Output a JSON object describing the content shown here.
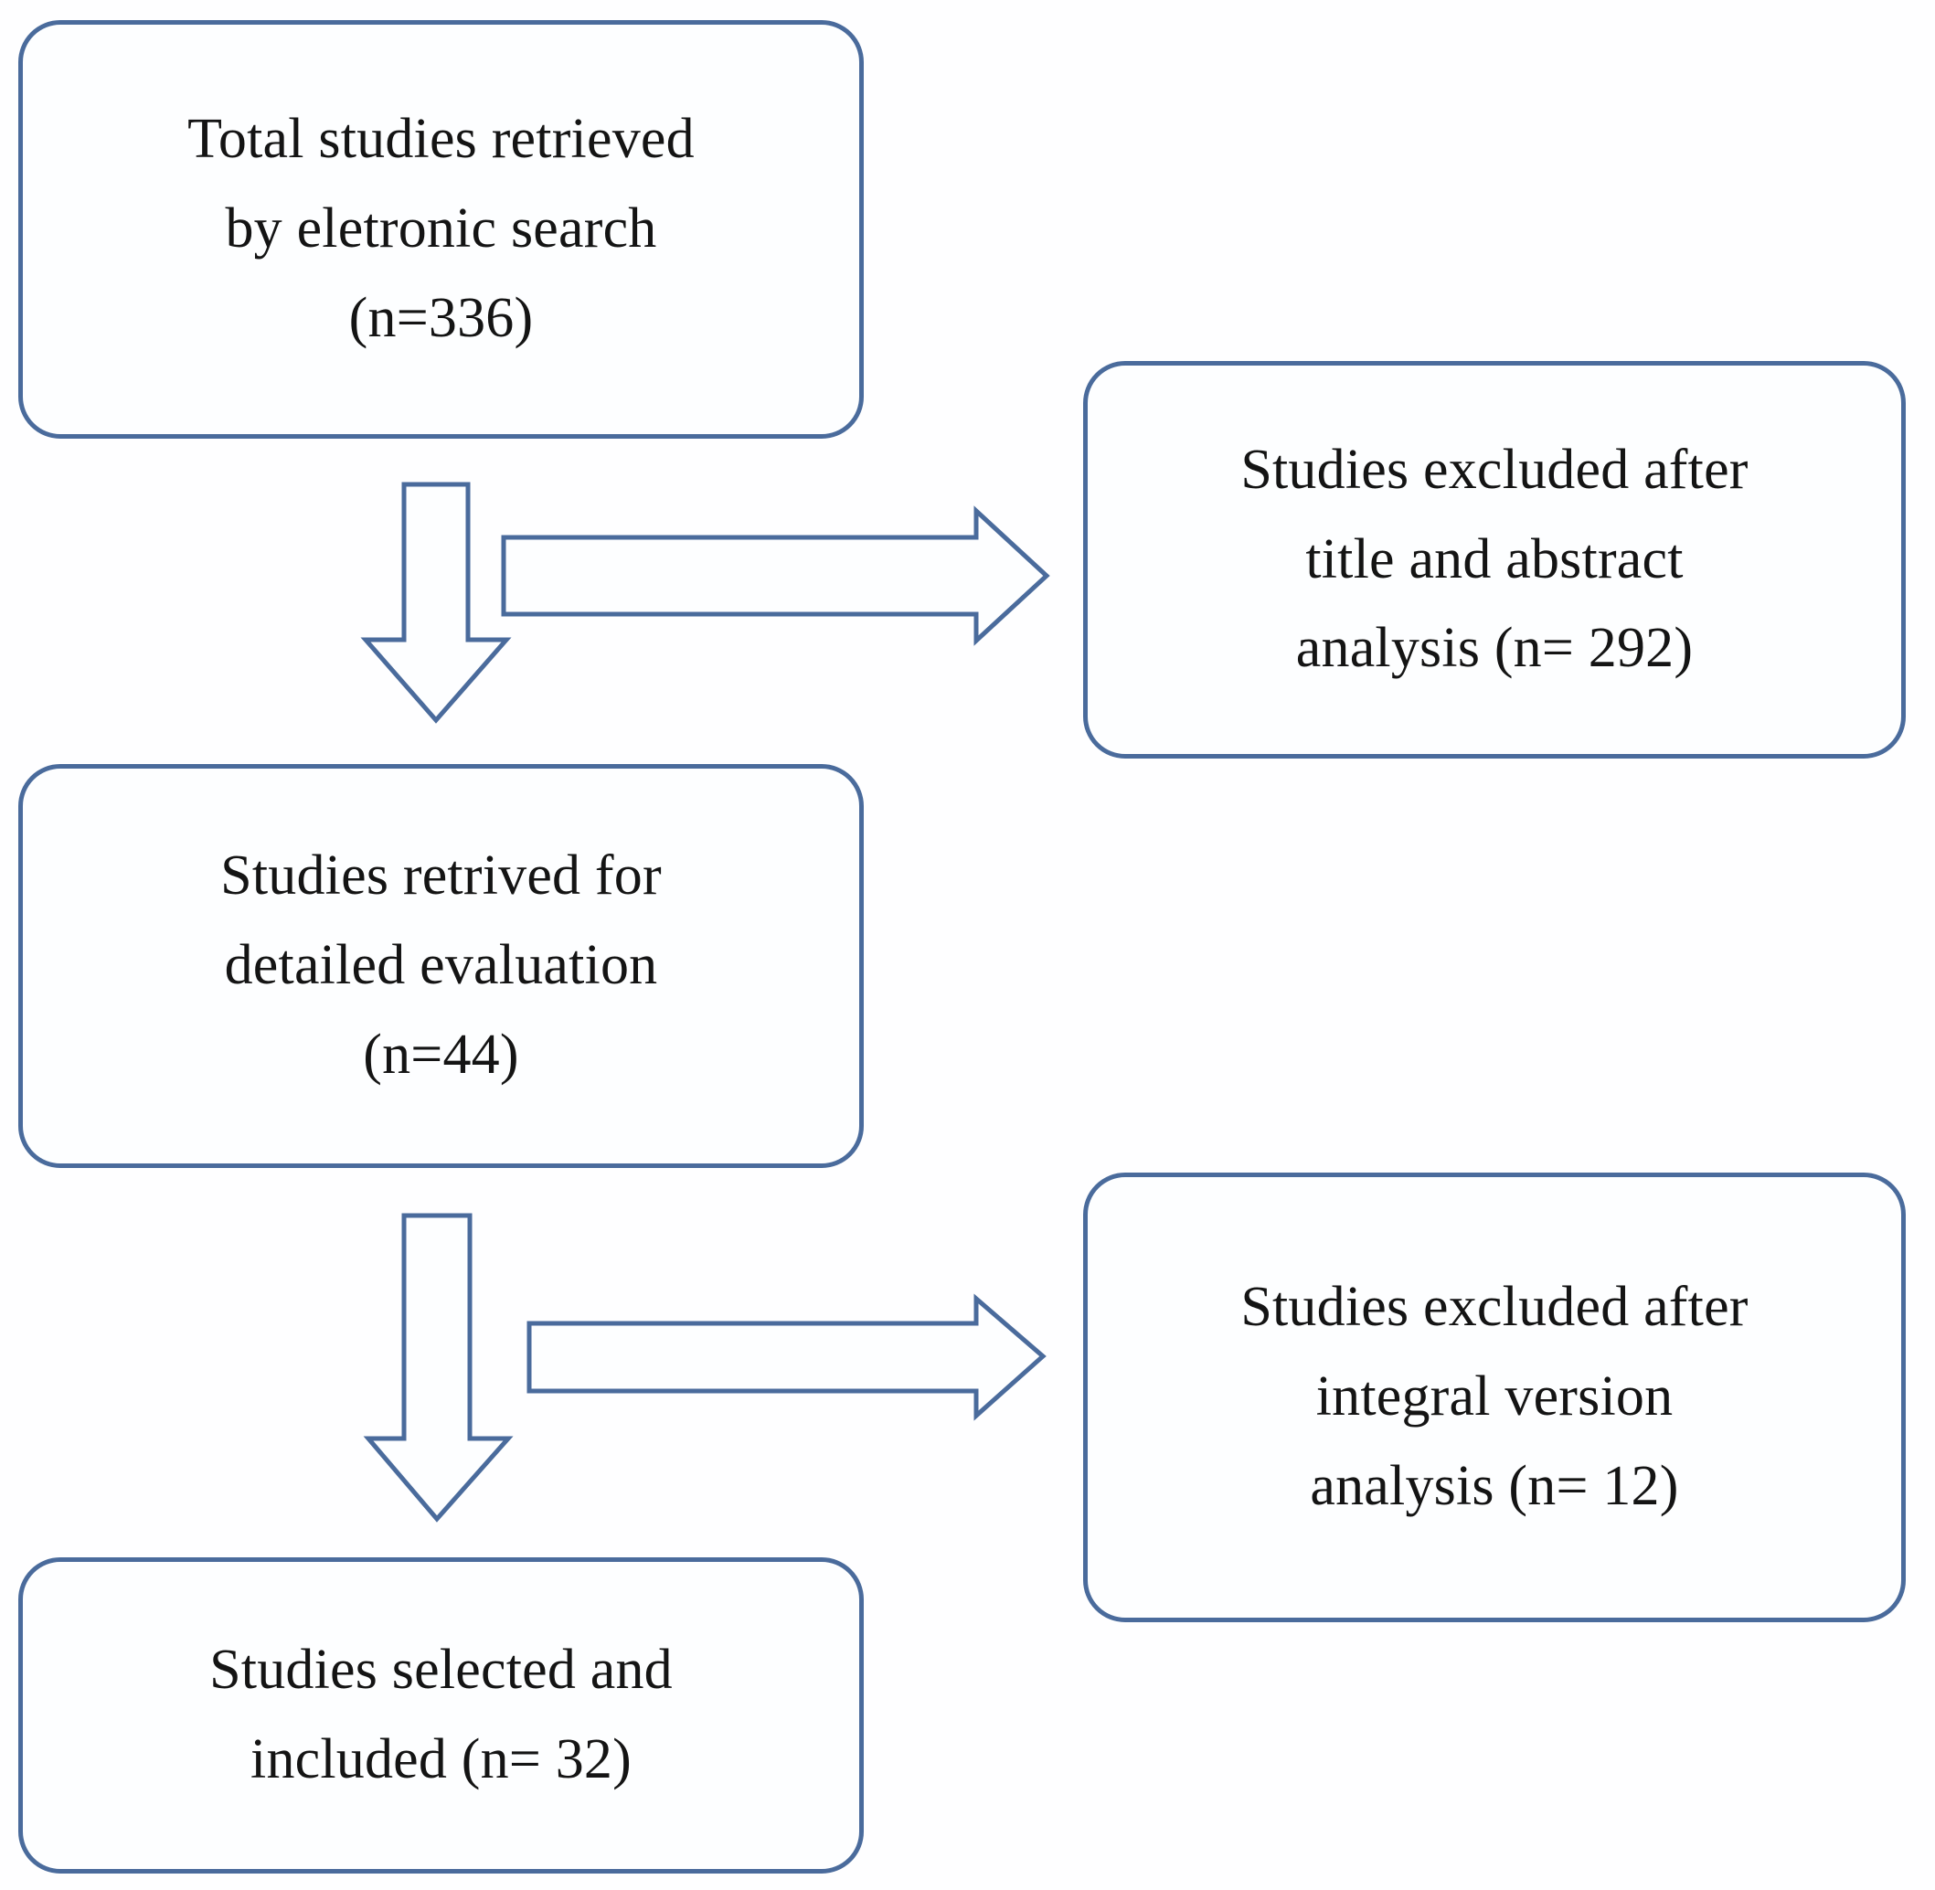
{
  "diagram": {
    "type": "prisma-study-selection-flowchart",
    "accent_color": "#4a6b9c",
    "box_fill": "#fdfeff",
    "text_color": "#141414",
    "background": "#ffffff",
    "boxes": [
      {
        "id": "total-retrieved",
        "lines": [
          "Total studies retrieved",
          "by eletronic search",
          "(n=336)"
        ],
        "count": 336
      },
      {
        "id": "excluded-title-abstract",
        "lines": [
          "Studies excluded after",
          "title and abstract",
          "analysis (n= 292)"
        ],
        "count": 292
      },
      {
        "id": "retrieved-detailed-evaluation",
        "lines": [
          "Studies retrived for",
          "detailed evaluation",
          "(n=44)"
        ],
        "count": 44
      },
      {
        "id": "excluded-integral-version",
        "lines": [
          "Studies excluded after",
          "integral version",
          "analysis (n= 12)"
        ],
        "count": 12
      },
      {
        "id": "selected-included",
        "lines": [
          "Studies selected and",
          "included (n= 32)"
        ],
        "count": 32
      }
    ],
    "arrows": [
      {
        "id": "down-1",
        "direction": "down",
        "from": "total-retrieved",
        "to": "retrieved-detailed-evaluation"
      },
      {
        "id": "right-1",
        "direction": "right",
        "from": "total-retrieved",
        "to": "excluded-title-abstract"
      },
      {
        "id": "down-2",
        "direction": "down",
        "from": "retrieved-detailed-evaluation",
        "to": "selected-included"
      },
      {
        "id": "right-2",
        "direction": "right",
        "from": "retrieved-detailed-evaluation",
        "to": "excluded-integral-version"
      }
    ]
  }
}
